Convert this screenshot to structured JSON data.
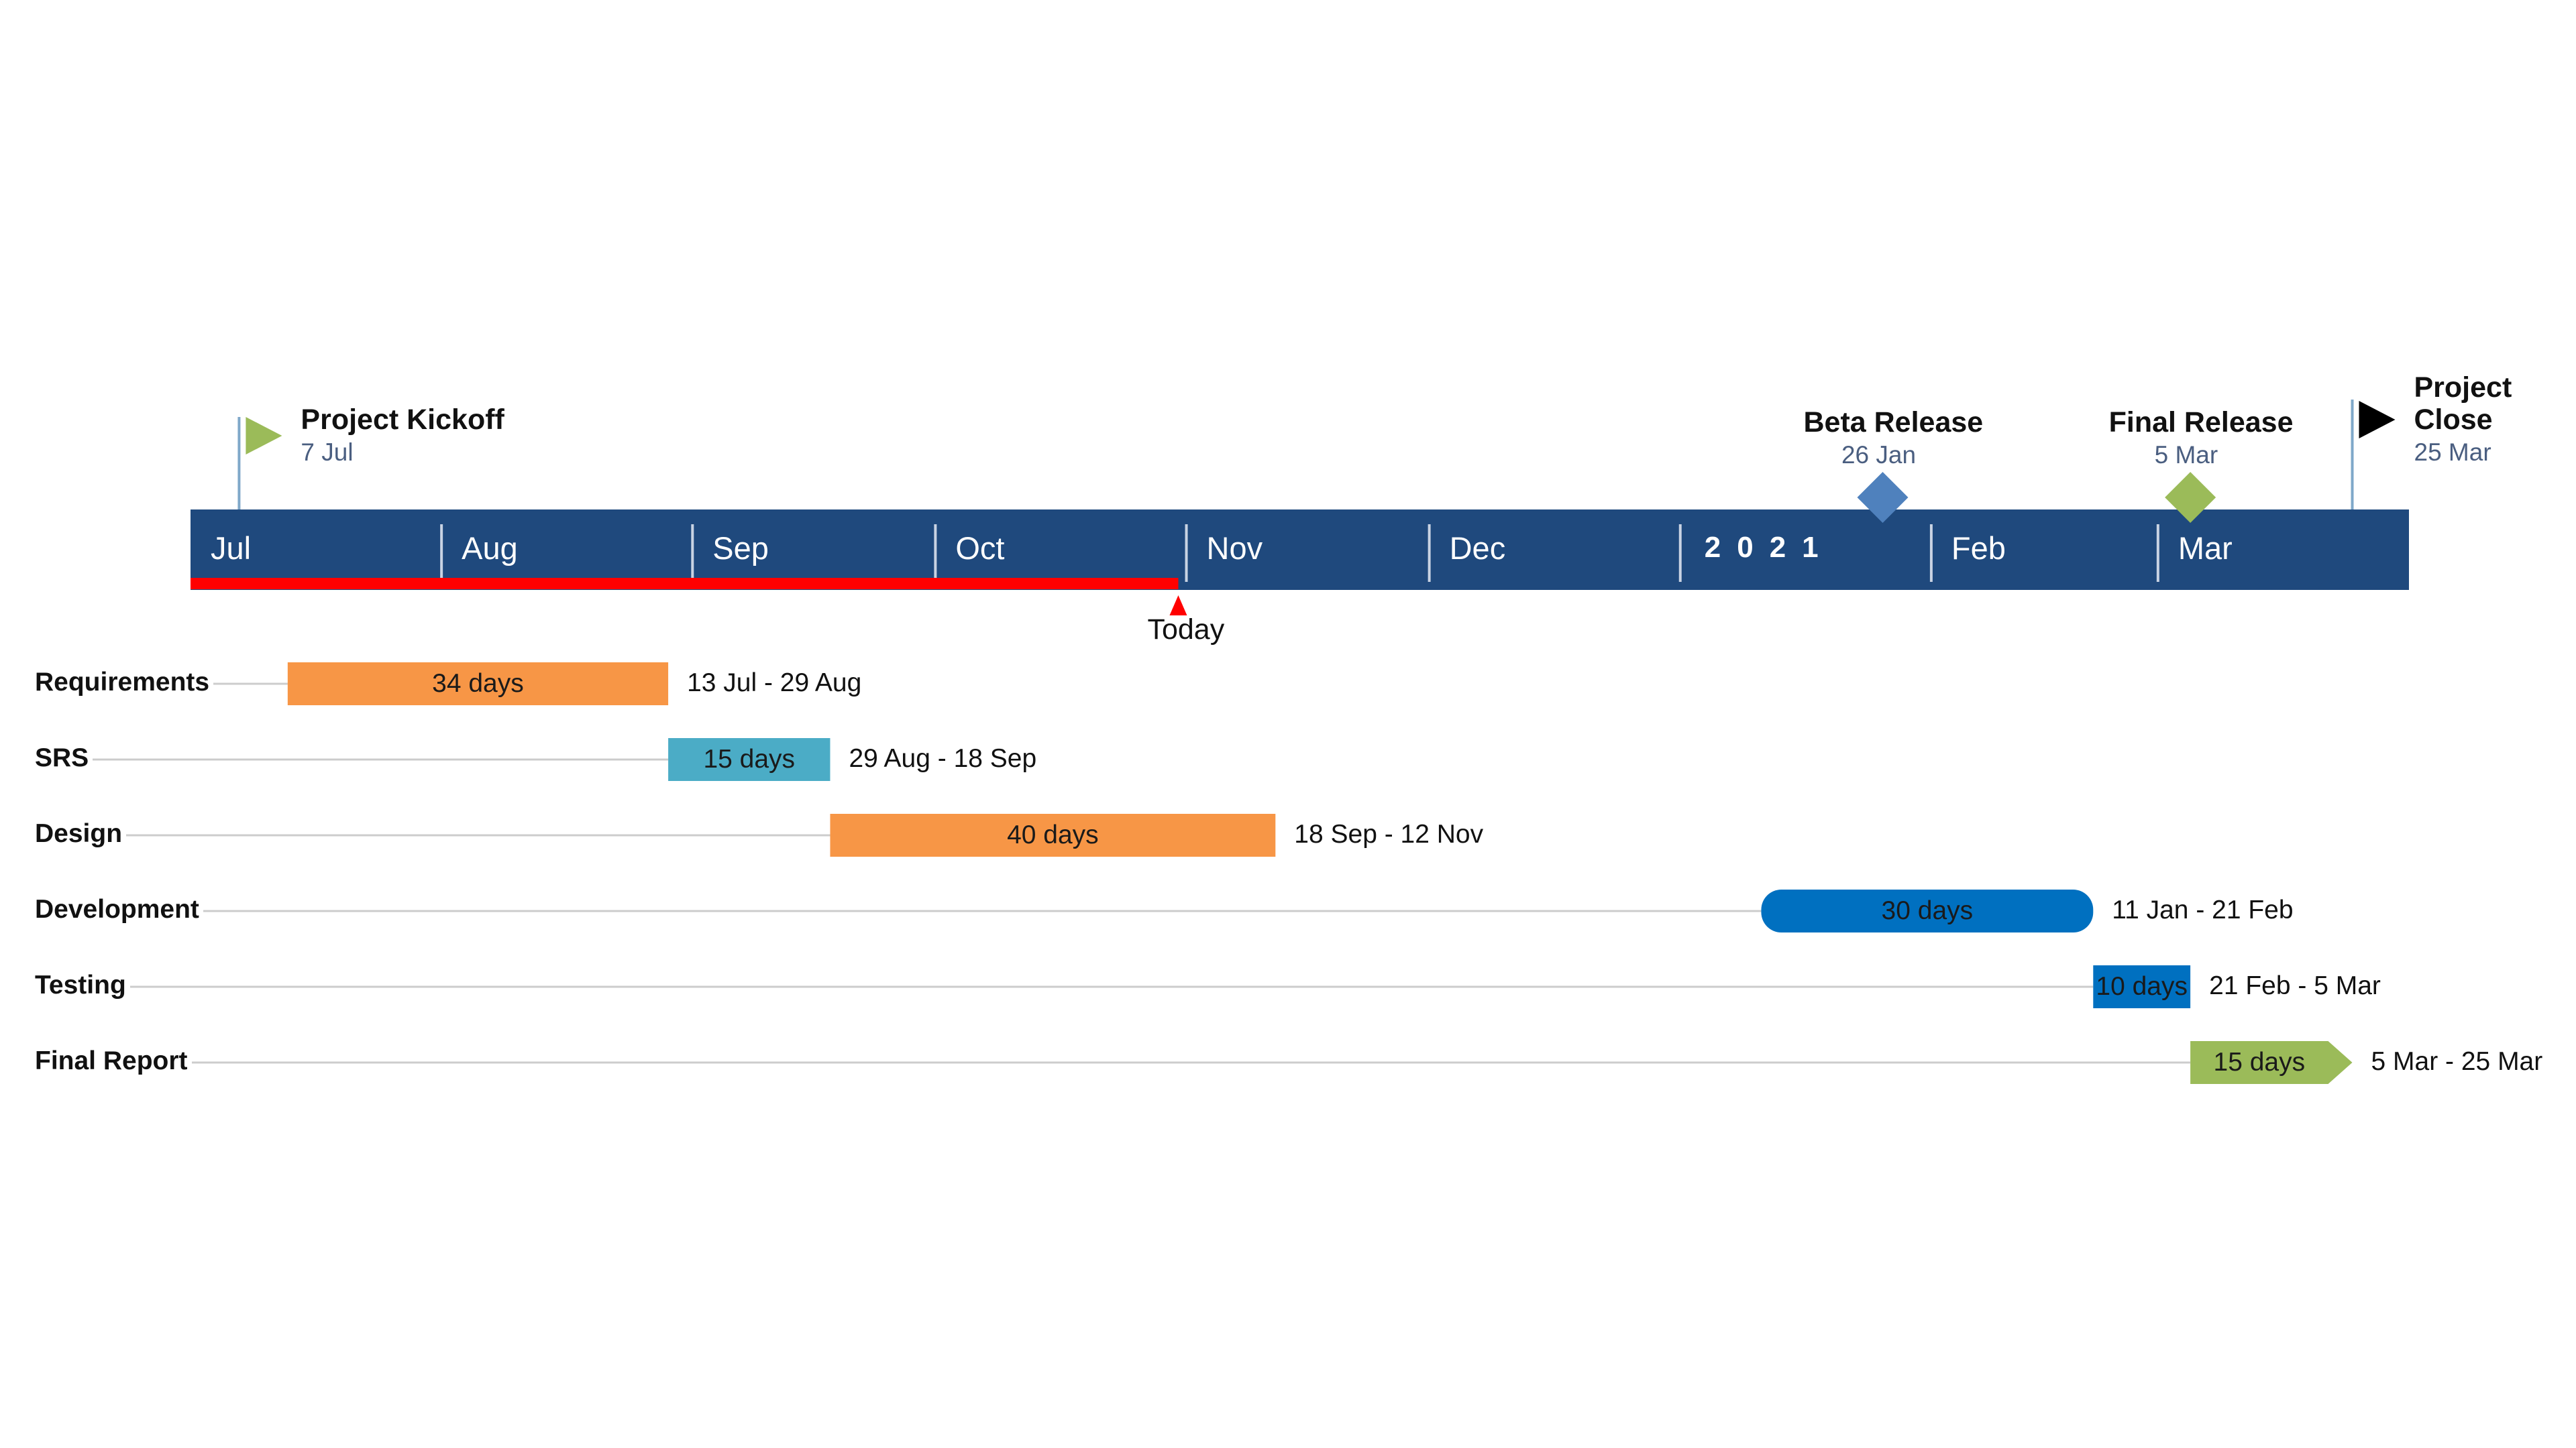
{
  "chart_data": {
    "type": "gantt",
    "timeline": {
      "months": [
        "Jul",
        "Aug",
        "Sep",
        "Oct",
        "Nov",
        "Dec",
        "Feb",
        "Mar"
      ],
      "year_marker": "2021",
      "bar_color": "#1f497d"
    },
    "today": {
      "label": "Today",
      "date": "2020-10-31",
      "color": "#ff0000"
    },
    "milestones": [
      {
        "name": "Project Kickoff",
        "date_label": "7 Jul",
        "date": "2020-07-07",
        "shape": "flag",
        "color": "#9bbb59"
      },
      {
        "name": "Beta Release",
        "date_label": "26 Jan",
        "date": "2021-01-26",
        "shape": "diamond",
        "color": "#4f81bd"
      },
      {
        "name": "Final Release",
        "date_label": "5 Mar",
        "date": "2021-03-05",
        "shape": "diamond",
        "color": "#9bbb59"
      },
      {
        "name": "Project Close",
        "date_label": "25 Mar",
        "date": "2021-03-25",
        "shape": "flag",
        "color": "#000000"
      }
    ],
    "tasks": [
      {
        "name": "Requirements",
        "start": "2020-07-13",
        "end": "2020-08-29",
        "duration_label": "34 days",
        "range_label": "13 Jul - 29 Aug",
        "color": "#f79646",
        "shape": "rect"
      },
      {
        "name": "SRS",
        "start": "2020-08-29",
        "end": "2020-09-18",
        "duration_label": "15 days",
        "range_label": "29 Aug - 18 Sep",
        "color": "#4bacc6",
        "shape": "rect"
      },
      {
        "name": "Design",
        "start": "2020-09-18",
        "end": "2020-11-12",
        "duration_label": "40 days",
        "range_label": "18 Sep - 12 Nov",
        "color": "#f79646",
        "shape": "rect"
      },
      {
        "name": "Development",
        "start": "2021-01-11",
        "end": "2021-02-21",
        "duration_label": "30 days",
        "range_label": "11 Jan - 21 Feb",
        "color": "#0070c0",
        "shape": "rounded"
      },
      {
        "name": "Testing",
        "start": "2021-02-21",
        "end": "2021-03-05",
        "duration_label": "10 days",
        "range_label": "21 Feb - 5 Mar",
        "color": "#0070c0",
        "shape": "rect"
      },
      {
        "name": "Final Report",
        "start": "2021-03-05",
        "end": "2021-03-25",
        "duration_label": "15 days",
        "range_label": "5 Mar - 25 Mar",
        "color": "#9bbb59",
        "shape": "arrow"
      }
    ]
  }
}
